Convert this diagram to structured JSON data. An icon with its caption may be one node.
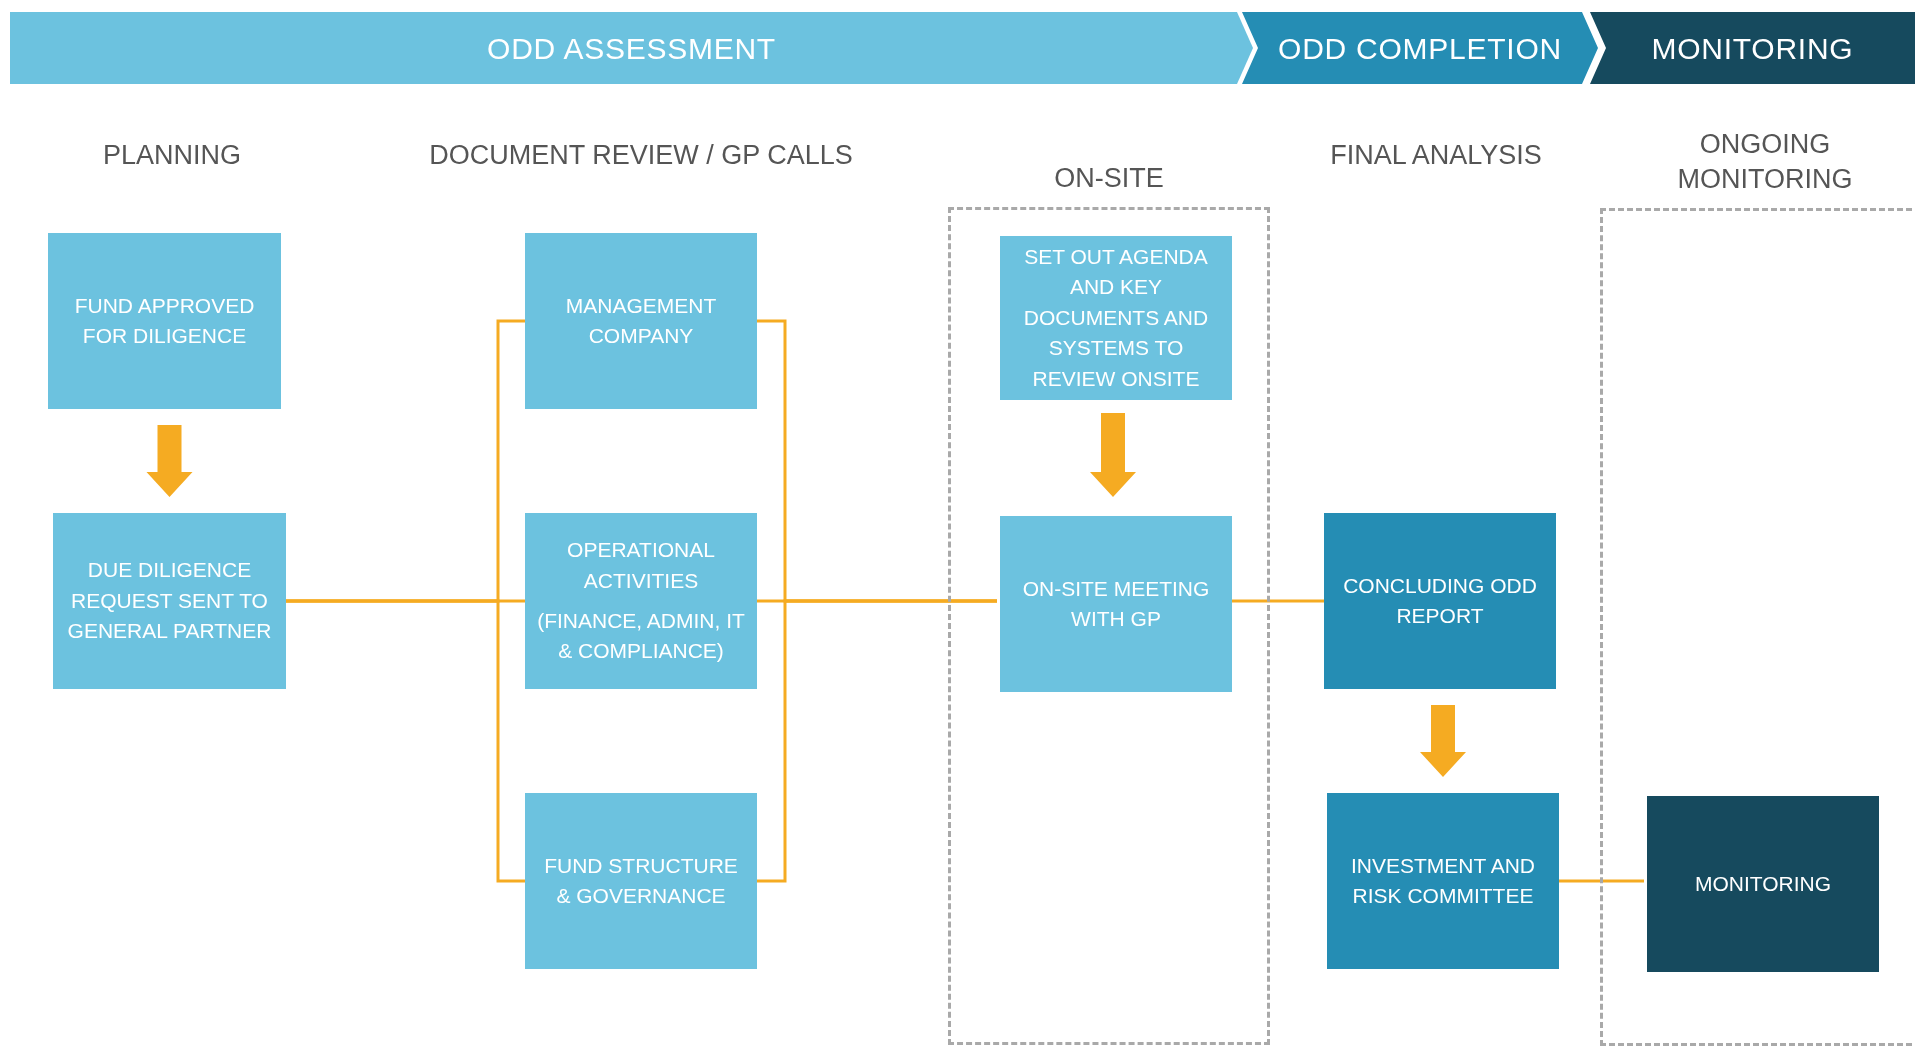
{
  "diagram": {
    "nodes": [
      {
        "text": [
          "ODD ASSESSMENT"
        ]
      },
      {
        "text": [
          "ODD COMPLETION"
        ]
      },
      {
        "text": [
          "MONITORING"
        ]
      },
      {
        "text": [
          "FUND APPROVED FOR DILIGENCE"
        ]
      },
      {
        "text": [
          "DUE DILIGENCE REQUEST SENT TO GENERAL PARTNER"
        ]
      },
      {
        "text": [
          "MANAGEMENT COMPANY"
        ]
      },
      {
        "text": [
          "OPERATIONAL ACTIVITIES",
          "(FINANCE, ADMIN, IT & COMPLIANCE)"
        ]
      },
      {
        "text": [
          "FUND STRUCTURE & GOVERNANCE"
        ]
      },
      {
        "text": [
          "ON-SITE"
        ]
      },
      {
        "text": [
          "SET OUT AGENDA AND KEY DOCUMENTS AND SYSTEMS TO REVIEW ONSITE"
        ],
        "in": 8
      },
      {
        "text": [
          "ON-SITE MEETING WITH GP"
        ],
        "in": 8
      },
      {
        "text": [
          "CONCLUDING ODD REPORT"
        ]
      },
      {
        "text": [
          "INVESTMENT AND RISK COMMITTEE"
        ]
      },
      {
        "text": [
          "ONGOING MONITORING"
        ]
      },
      {
        "text": [
          "MONITORING"
        ],
        "in": 13
      }
    ],
    "edges": [
      {
        "from": 3,
        "to": 4,
        "arrow": "to",
        "style": "thick"
      },
      {
        "from": 4,
        "to": 5,
        "arrow": "none"
      },
      {
        "from": 4,
        "to": 6,
        "arrow": "none"
      },
      {
        "from": 4,
        "to": 7,
        "arrow": "none"
      },
      {
        "from": 5,
        "to": 10,
        "arrow": "none"
      },
      {
        "from": 6,
        "to": 10,
        "arrow": "none"
      },
      {
        "from": 7,
        "to": 10,
        "arrow": "none"
      },
      {
        "from": 9,
        "to": 10,
        "arrow": "to",
        "style": "thick"
      },
      {
        "from": 10,
        "to": 11,
        "arrow": "none"
      },
      {
        "from": 11,
        "to": 12,
        "arrow": "to",
        "style": "thick"
      },
      {
        "from": 12,
        "to": 14,
        "arrow": "none"
      }
    ],
    "labels": [
      "PLANNING",
      "DOCUMENT REVIEW / GP CALLS",
      "FINAL ANALYSIS"
    ]
  }
}
